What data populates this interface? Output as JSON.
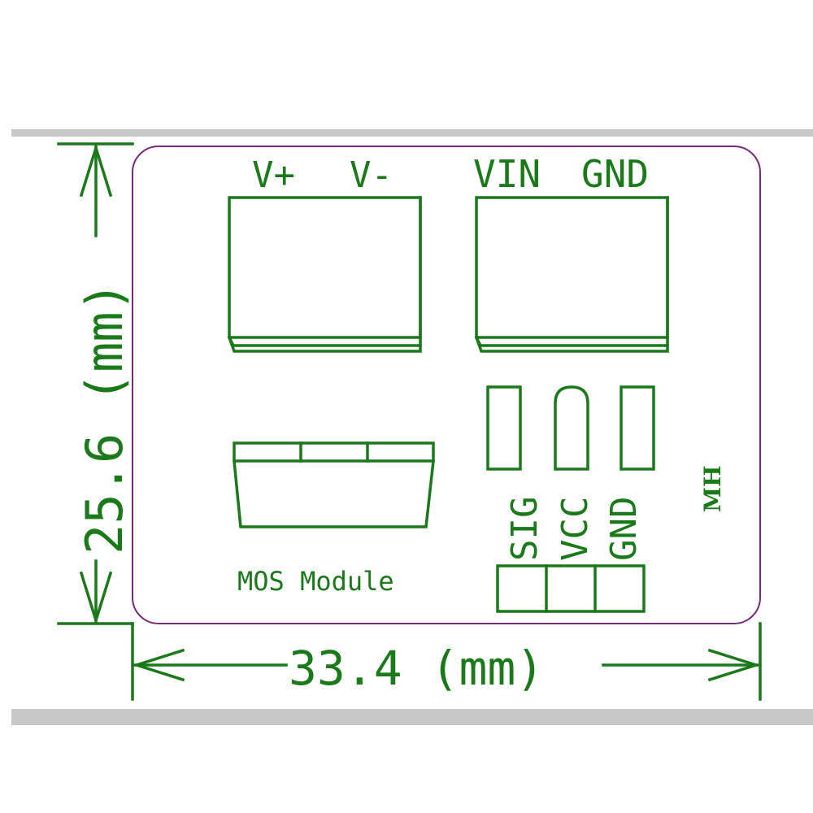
{
  "colors": {
    "silkscreen": "#1a7a1a",
    "board_outline": "#7a2a7a",
    "rail": "#c8c8c8",
    "background": "#ffffff"
  },
  "power_terminal": {
    "label_pos": "V+",
    "label_neg": "V-"
  },
  "input_terminal": {
    "label_vin": "VIN",
    "label_gnd": "GND"
  },
  "header_pins": [
    "SIG",
    "VCC",
    "GND"
  ],
  "module_label": "MOS Module",
  "maker_mark": "MH",
  "dimensions": {
    "height": "25.6 (mm)",
    "width": "33.4 (mm)"
  }
}
